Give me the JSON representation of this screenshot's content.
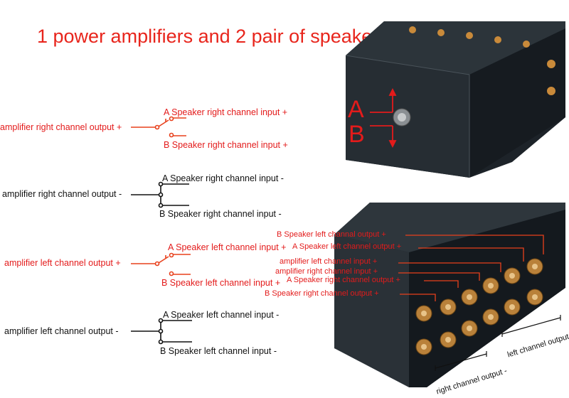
{
  "title": "1 power amplifiers and 2 pair of speakers",
  "diagrams": {
    "right_plus": {
      "input": "amplifier right channel output +",
      "a": "A Speaker right channel input +",
      "b": "B Speaker right channel input +"
    },
    "right_minus": {
      "input": "amplifier right channel output -",
      "a": "A Speaker right channel input -",
      "b": "B Speaker right channel input -"
    },
    "left_plus": {
      "input": "amplifier left channel output +",
      "a": "A Speaker left channel input +",
      "b": "B Speaker left channel input +"
    },
    "left_minus": {
      "input": "amplifier left channel output -",
      "a": "A Speaker left channel input -",
      "b": "B Speaker left channel input -"
    }
  },
  "switch_labels": {
    "a": "A",
    "b": "B"
  },
  "terminal_labels": [
    "B Speaker left channal output +",
    "A Speaker left channel output +",
    "amplifier left channel input +",
    "amplifier right channel input +",
    "A Speaker right  channel output +",
    "B Speaker right  channel output +"
  ],
  "bracket_labels": {
    "right": "right channel output -",
    "left": "left channel output -"
  },
  "colors": {
    "accent": "#e31b1b",
    "lines_red": "#e8401c",
    "lines_black": "#111111",
    "box": "#1c2228"
  }
}
